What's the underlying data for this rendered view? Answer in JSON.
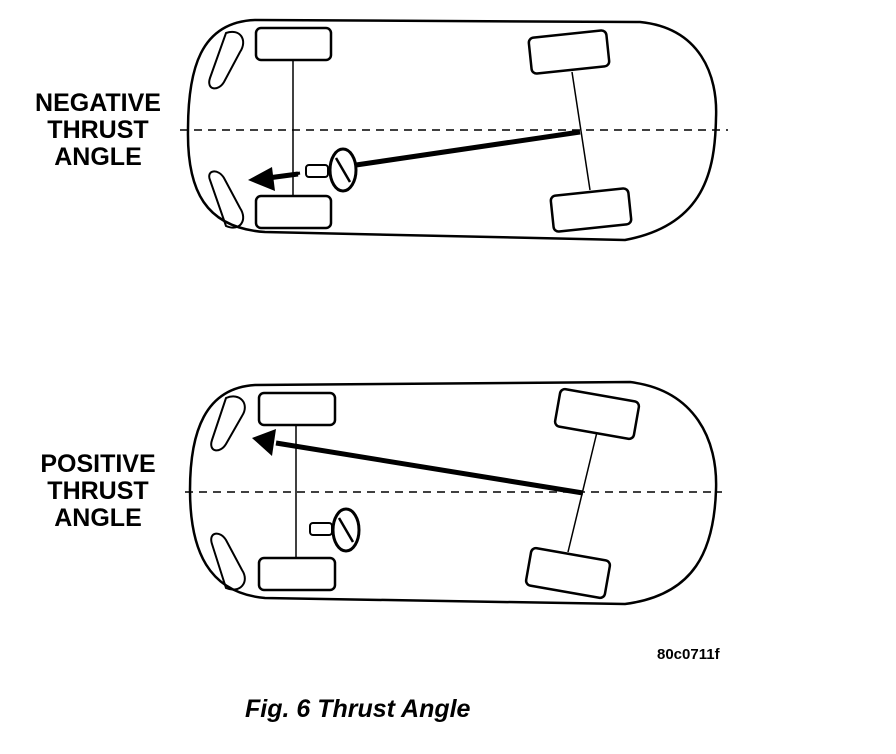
{
  "labels": {
    "negative": [
      "NEGATIVE",
      "THRUST",
      "ANGLE"
    ],
    "positive": [
      "POSITIVE",
      "THRUST",
      "ANGLE"
    ]
  },
  "figure_code": "80c0711f",
  "caption": "Fig. 6 Thrust Angle"
}
